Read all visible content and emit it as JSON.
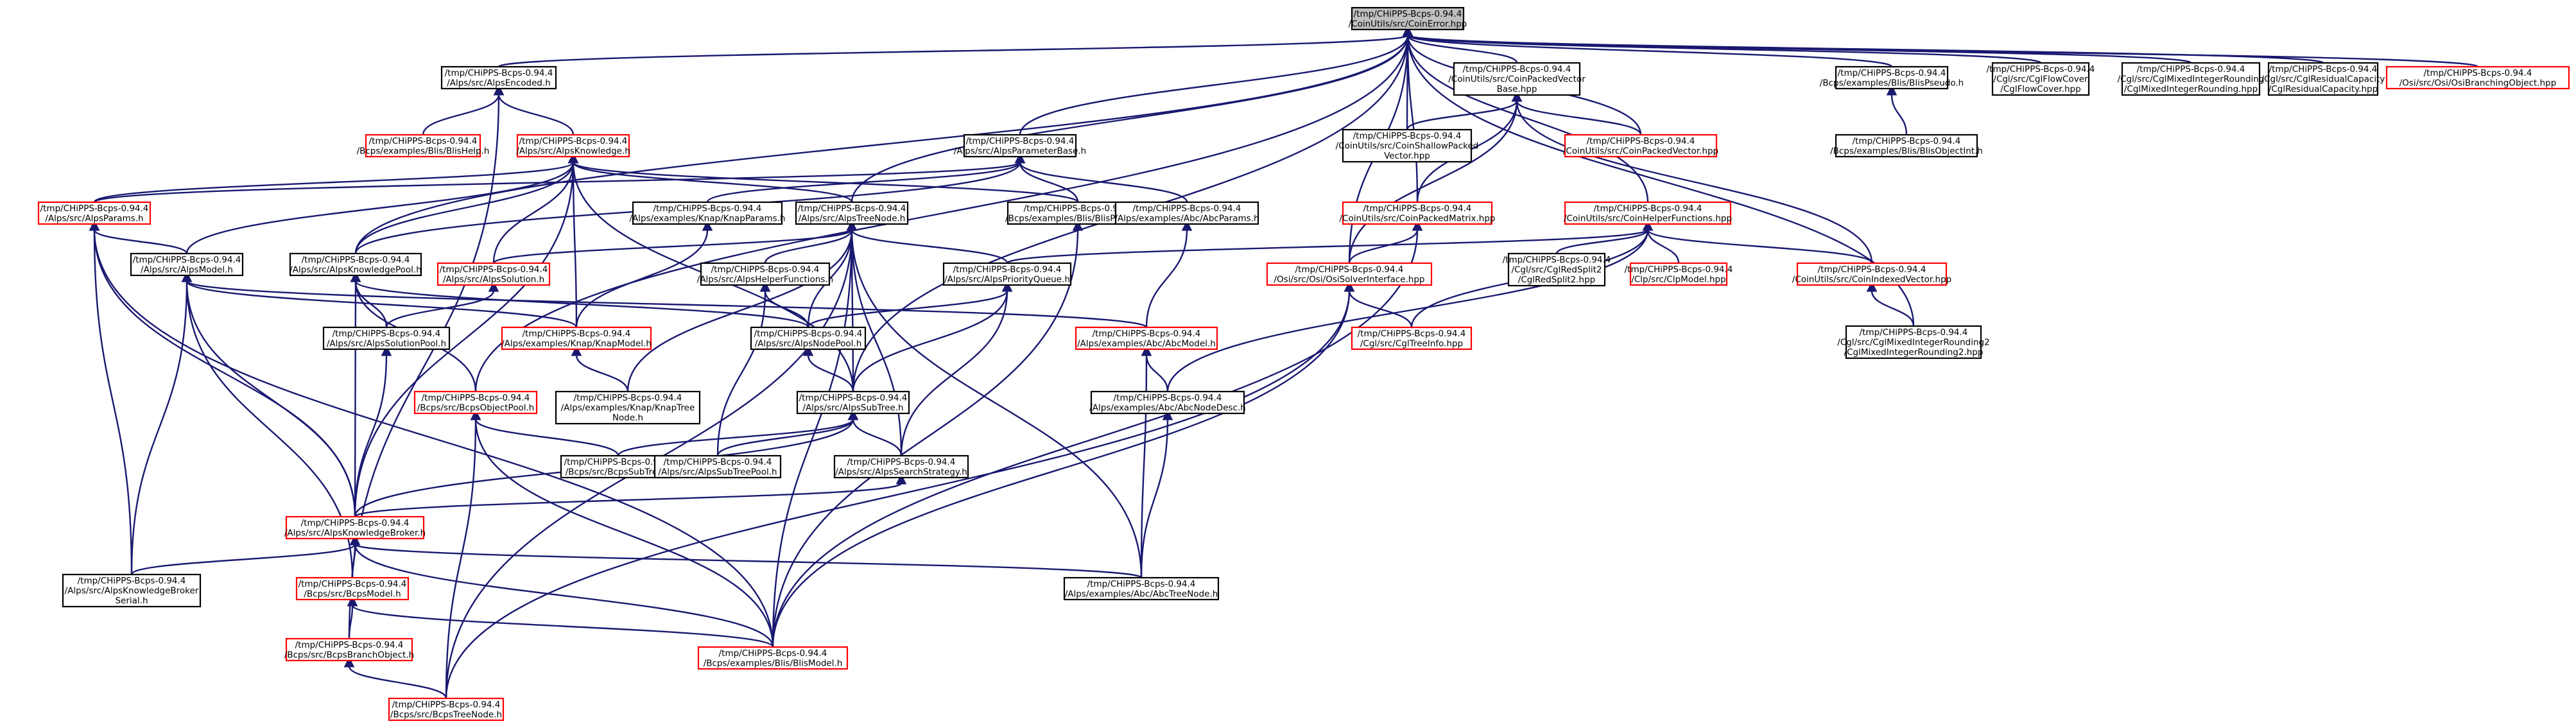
{
  "colors": {
    "edge": "#191970",
    "node_border_black": "#000000",
    "node_border_red": "#ff0000",
    "root_fill": "#bfbfbf",
    "background": "#ffffff"
  },
  "nodes": {
    "root": [
      "/tmp/CHiPPS-Bcps-0.94.4",
      "/CoinUtils/src/CoinError.hpp"
    ],
    "alps_encoded": [
      "/tmp/CHiPPS-Bcps-0.94.4",
      "/Alps/src/AlpsEncoded.h"
    ],
    "coin_packed_vector_base": [
      "/tmp/CHiPPS-Bcps-0.94.4",
      "/CoinUtils/src/CoinPackedVector",
      "Base.hpp"
    ],
    "blis_pseudo": [
      "/tmp/CHiPPS-Bcps-0.94.4",
      "/Bcps/examples/Blis/BlisPseudo.h"
    ],
    "cgl_flow_cover": [
      "/tmp/CHiPPS-Bcps-0.94.4",
      "/Cgl/src/CglFlowCover",
      "/CglFlowCover.hpp"
    ],
    "cgl_mixed_int_rounding": [
      "/tmp/CHiPPS-Bcps-0.94.4",
      "/Cgl/src/CglMixedIntegerRounding",
      "/CglMixedIntegerRounding.hpp"
    ],
    "cgl_residual_capacity": [
      "/tmp/CHiPPS-Bcps-0.94.4",
      "/Cgl/src/CglResidualCapacity",
      "/CglResidualCapacity.hpp"
    ],
    "osi_branching_object": [
      "/tmp/CHiPPS-Bcps-0.94.4",
      "/Osi/src/Osi/OsiBranchingObject.hpp"
    ],
    "blis_help": [
      "/tmp/CHiPPS-Bcps-0.94.4",
      "/Bcps/examples/Blis/BlisHelp.h"
    ],
    "alps_knowledge": [
      "/tmp/CHiPPS-Bcps-0.94.4",
      "/Alps/src/AlpsKnowledge.h"
    ],
    "alps_parameter_base": [
      "/tmp/CHiPPS-Bcps-0.94.4",
      "/Alps/src/AlpsParameterBase.h"
    ],
    "coin_shallow_packed_vector": [
      "/tmp/CHiPPS-Bcps-0.94.4",
      "/CoinUtils/src/CoinShallowPacked",
      "Vector.hpp"
    ],
    "coin_packed_vector": [
      "/tmp/CHiPPS-Bcps-0.94.4",
      "/CoinUtils/src/CoinPackedVector.hpp"
    ],
    "blis_objective_int": [
      "/tmp/CHiPPS-Bcps-0.94.4",
      "/Bcps/examples/Blis/BlisObjectInt.h"
    ],
    "alps_params": [
      "/tmp/CHiPPS-Bcps-0.94.4",
      "/Alps/src/AlpsParams.h"
    ],
    "knap_params": [
      "/tmp/CHiPPS-Bcps-0.94.4",
      "/Alps/examples/Knap/KnapParams.h"
    ],
    "alps_tree_node": [
      "/tmp/CHiPPS-Bcps-0.94.4",
      "/Alps/src/AlpsTreeNode.h"
    ],
    "blis_params": [
      "/tmp/CHiPPS-Bcps-0.94.4",
      "/Bcps/examples/Blis/BlisParams.h"
    ],
    "abc_params": [
      "/tmp/CHiPPS-Bcps-0.94.4",
      "/Alps/examples/Abc/AbcParams.h"
    ],
    "coin_packed_matrix": [
      "/tmp/CHiPPS-Bcps-0.94.4",
      "/CoinUtils/src/CoinPackedMatrix.hpp"
    ],
    "coin_helper_functions": [
      "/tmp/CHiPPS-Bcps-0.94.4",
      "/CoinUtils/src/CoinHelperFunctions.hpp"
    ],
    "alps_model": [
      "/tmp/CHiPPS-Bcps-0.94.4",
      "/Alps/src/AlpsModel.h"
    ],
    "alps_knowledge_pool": [
      "/tmp/CHiPPS-Bcps-0.94.4",
      "/Alps/src/AlpsKnowledgePool.h"
    ],
    "alps_solution": [
      "/tmp/CHiPPS-Bcps-0.94.4",
      "/Alps/src/AlpsSolution.h"
    ],
    "alps_helper_functions": [
      "/tmp/CHiPPS-Bcps-0.94.4",
      "/Alps/src/AlpsHelperFunctions.h"
    ],
    "alps_priority_queue": [
      "/tmp/CHiPPS-Bcps-0.94.4",
      "/Alps/src/AlpsPriorityQueue.h"
    ],
    "osi_solver_interface": [
      "/tmp/CHiPPS-Bcps-0.94.4",
      "/Osi/src/Osi/OsiSolverInterface.hpp"
    ],
    "cgl_red_split2": [
      "/tmp/CHiPPS-Bcps-0.94.4",
      "/Cgl/src/CglRedSplit2",
      "/CglRedSplit2.hpp"
    ],
    "clp_model": [
      "/tmp/CHiPPS-Bcps-0.94.4",
      "/Clp/src/ClpModel.hpp"
    ],
    "coin_indexed_vector": [
      "/tmp/CHiPPS-Bcps-0.94.4",
      "/CoinUtils/src/CoinIndexedVector.hpp"
    ],
    "alps_solution_pool": [
      "/tmp/CHiPPS-Bcps-0.94.4",
      "/Alps/src/AlpsSolutionPool.h"
    ],
    "knap_model": [
      "/tmp/CHiPPS-Bcps-0.94.4",
      "/Alps/examples/Knap/KnapModel.h"
    ],
    "alps_node_pool": [
      "/tmp/CHiPPS-Bcps-0.94.4",
      "/Alps/src/AlpsNodePool.h"
    ],
    "abc_model": [
      "/tmp/CHiPPS-Bcps-0.94.4",
      "/Alps/examples/Abc/AbcModel.h"
    ],
    "cgl_tree_info": [
      "/tmp/CHiPPS-Bcps-0.94.4",
      "/Cgl/src/CglTreeInfo.hpp"
    ],
    "cgl_mixed_int_rounding2": [
      "/tmp/CHiPPS-Bcps-0.94.4",
      "/Cgl/src/CglMixedIntegerRounding2",
      "/CglMixedIntegerRounding2.hpp"
    ],
    "bcps_object_pool": [
      "/tmp/CHiPPS-Bcps-0.94.4",
      "/Bcps/src/BcpsObjectPool.h"
    ],
    "knap_tree_node": [
      "/tmp/CHiPPS-Bcps-0.94.4",
      "/Alps/examples/Knap/KnapTree",
      "Node.h"
    ],
    "alps_sub_tree": [
      "/tmp/CHiPPS-Bcps-0.94.4",
      "/Alps/src/AlpsSubTree.h"
    ],
    "abc_node_desc": [
      "/tmp/CHiPPS-Bcps-0.94.4",
      "/Alps/examples/Abc/AbcNodeDesc.h"
    ],
    "bcps_sub_tree": [
      "/tmp/CHiPPS-Bcps-0.94.4",
      "/Bcps/src/BcpsSubTree.h"
    ],
    "alps_sub_tree_pool": [
      "/tmp/CHiPPS-Bcps-0.94.4",
      "/Alps/src/AlpsSubTreePool.h"
    ],
    "alps_search_strategy": [
      "/tmp/CHiPPS-Bcps-0.94.4",
      "/Alps/src/AlpsSearchStrategy.h"
    ],
    "alps_knowledge_broker": [
      "/tmp/CHiPPS-Bcps-0.94.4",
      "/Alps/src/AlpsKnowledgeBroker.h"
    ],
    "alps_knowledge_broker_serial": [
      "/tmp/CHiPPS-Bcps-0.94.4",
      "/Alps/src/AlpsKnowledgeBroker",
      "Serial.h"
    ],
    "bcps_model": [
      "/tmp/CHiPPS-Bcps-0.94.4",
      "/Bcps/src/BcpsModel.h"
    ],
    "abc_tree_node": [
      "/tmp/CHiPPS-Bcps-0.94.4",
      "/Alps/examples/Abc/AbcTreeNode.h"
    ],
    "bcps_branch_object": [
      "/tmp/CHiPPS-Bcps-0.94.4",
      "/Bcps/src/BcpsBranchObject.h"
    ],
    "blis_model": [
      "/tmp/CHiPPS-Bcps-0.94.4",
      "/Bcps/examples/Blis/BlisModel.h"
    ],
    "bcps_tree_node": [
      "/tmp/CHiPPS-Bcps-0.94.4",
      "/Bcps/src/BcpsTreeNode.h"
    ]
  }
}
